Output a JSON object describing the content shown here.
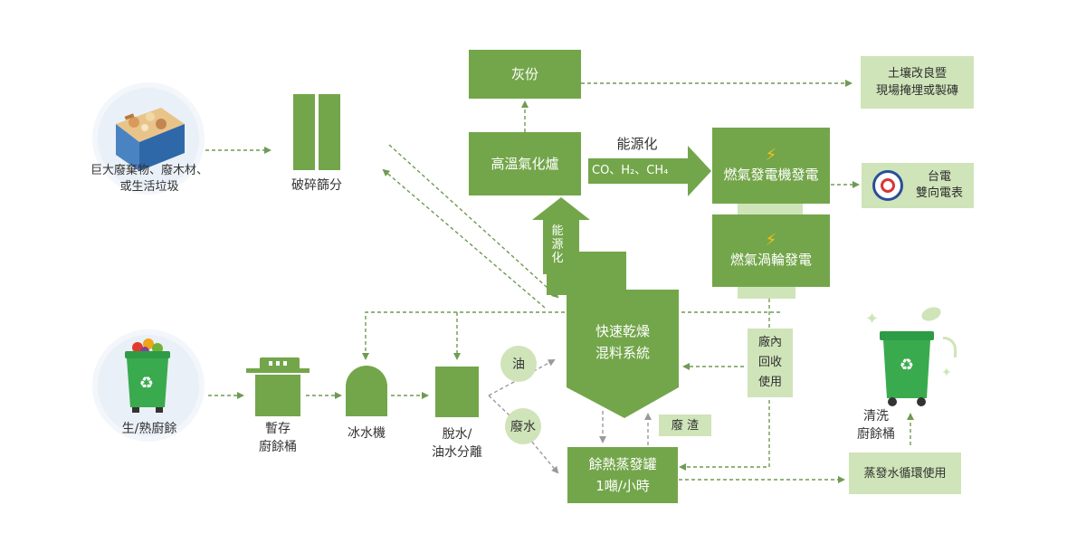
{
  "colors": {
    "green": "#73a64a",
    "light_green": "#cfe4b8",
    "dashed": "#7aa85a",
    "bolt": "#f3c21a"
  },
  "inputs": {
    "bulky": {
      "line1": "巨大廢棄物、廢木材、",
      "line2": "或生活垃圾"
    },
    "food": {
      "label": "生/熟廚餘"
    }
  },
  "steps": {
    "shred": "破碎篩分",
    "temp_bin": {
      "line1": "暫存",
      "line2": "廚餘桶"
    },
    "ice": "冰水機",
    "dewater": {
      "line1": "脫水/",
      "line2": "油水分離"
    },
    "dryer": {
      "line1": "快速乾燥",
      "line2": "混料系統"
    },
    "gasifier": "高溫氣化爐",
    "ash": "灰份",
    "soil": {
      "line1": "土壤改良暨",
      "line2": "現場掩埋或製磚"
    },
    "gas_engine": "燃氣發電機發電",
    "gas_turbine": "燃氣渦輪發電",
    "taipower": {
      "line1": "台電",
      "line2": "雙向電表"
    },
    "evaporator": {
      "line1": "餘熱蒸發罐",
      "line2": "1噸/小時"
    },
    "reuse": "蒸發水循環使用",
    "clean_bin": {
      "line1": "清洗",
      "line2": "廚餘桶"
    },
    "residue": "廢 渣",
    "internal": {
      "line1": "廠內",
      "line2": "回收",
      "line3": "使用"
    }
  },
  "labels": {
    "energy_h": "能源化",
    "gases": "CO、H₂、CH₄",
    "energy_v": [
      "能",
      "源",
      "化"
    ],
    "oil": "油",
    "wastewater": "廢水"
  },
  "icons": [
    "waste-bin-icon",
    "food-bin-icon",
    "recycle-icon",
    "lightning-icon",
    "taipower-logo",
    "sparkle-icon"
  ]
}
